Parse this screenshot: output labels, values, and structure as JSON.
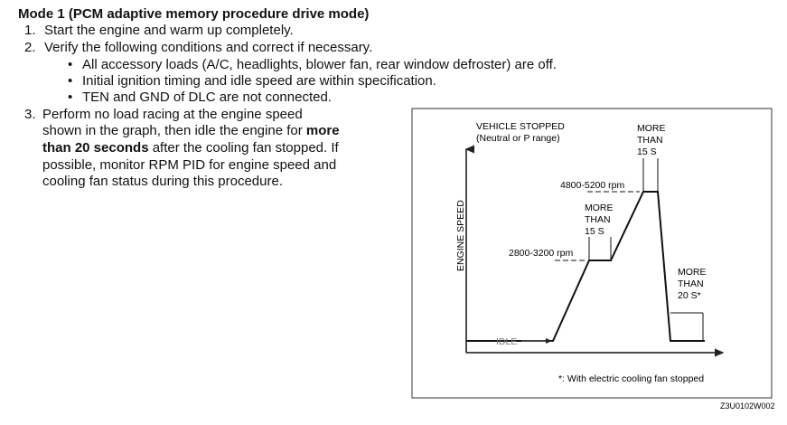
{
  "heading": "Mode 1 (PCM adaptive memory procedure drive mode)",
  "steps": [
    {
      "num": "1.",
      "text": "Start the engine and warm up completely."
    },
    {
      "num": "2.",
      "text": "Verify the following conditions and correct if necessary."
    }
  ],
  "bullets": [
    "All accessory loads (A/C, headlights, blower fan, rear window defroster) are off.",
    "Initial ignition timing and idle speed are within specification.",
    "TEN and GND of DLC are not connected."
  ],
  "step3": {
    "num": "3.",
    "line1": "Perform no load racing at the engine speed",
    "line2_a": "shown in the graph, then idle the engine for ",
    "line2_b": "more",
    "line3_a": "than 20 seconds",
    "line3_b": " after the cooling fan stopped. If",
    "line4": "possible, monitor RPM PID for engine speed and",
    "line5": "cooling fan status during this procedure."
  },
  "graph": {
    "header_line1": "VEHICLE STOPPED",
    "header_line2": "(Neutral or P range)",
    "ylabel": "ENGINE SPEED",
    "high_rpm": "4800-5200 rpm",
    "mid_rpm": "2800-3200 rpm",
    "idle": "IDLE",
    "more1": [
      "MORE",
      "THAN",
      "15 S"
    ],
    "more2": [
      "MORE",
      "THAN",
      "15 S"
    ],
    "more3": [
      "MORE",
      "THAN",
      "20 S*"
    ],
    "footnote": "*: With electric cooling fan stopped",
    "code": "Z3U0102W002"
  }
}
